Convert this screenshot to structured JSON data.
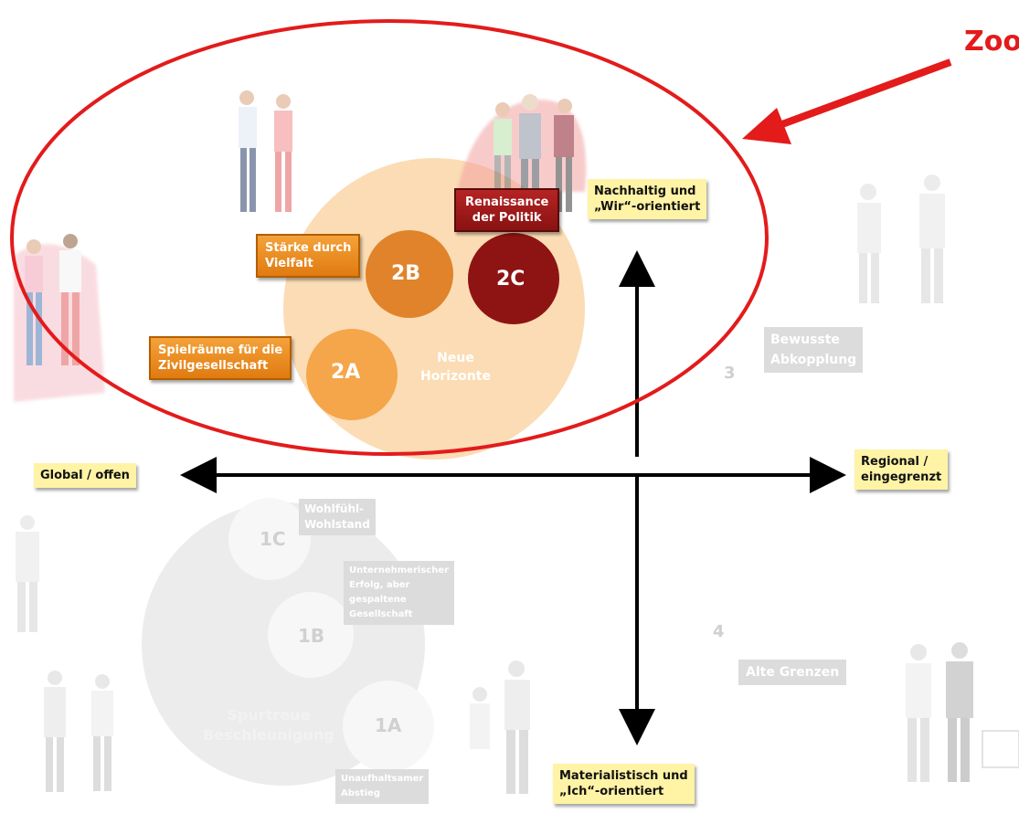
{
  "zoom_label": "Zoo",
  "axes": {
    "left": "Global / offen",
    "right": [
      "Regional /",
      "eingegrenzt"
    ],
    "top": [
      "Nachhaltig und",
      "„Wir“-orientiert"
    ],
    "bottom": [
      "Materialistisch und",
      "„Ich“-orientiert"
    ]
  },
  "quadrant2": {
    "name": [
      "Neue",
      "Horizonte"
    ],
    "circles": {
      "a": "2A",
      "b": "2B",
      "c": "2C"
    },
    "labels": {
      "a": [
        "Spielräume für die",
        "Zivilgesellschaft"
      ],
      "b": [
        "Stärke durch",
        "Vielfalt"
      ],
      "c": [
        "Renaissance",
        "der Politik"
      ]
    }
  },
  "quadrant1": {
    "name": [
      "Spurtreue",
      "Beschleunigung"
    ],
    "circles": {
      "a": "1A",
      "b": "1B",
      "c": "1C"
    },
    "labels": {
      "a": [
        "Unaufhaltsamer",
        "Abstieg"
      ],
      "b": [
        "Unternehmerischer",
        "Erfolg, aber",
        "gespaltene",
        "Gesellschaft"
      ],
      "c": [
        "Wohlfühl-",
        "Wohlstand"
      ]
    }
  },
  "quadrant3": {
    "number": "3",
    "label": [
      "Bewusste",
      "Abkopplung"
    ]
  },
  "quadrant4": {
    "number": "4",
    "label": "Alte Grenzen"
  },
  "colors": {
    "zoom_red": "#e31b1b",
    "circle_2a": "#f5a54a",
    "circle_2b": "#e0832a",
    "circle_2c": "#8e1414",
    "big_circle": "#fbdcb4",
    "label_yellow": "#fff3a6",
    "faded_grey": "#dcdcdc"
  }
}
